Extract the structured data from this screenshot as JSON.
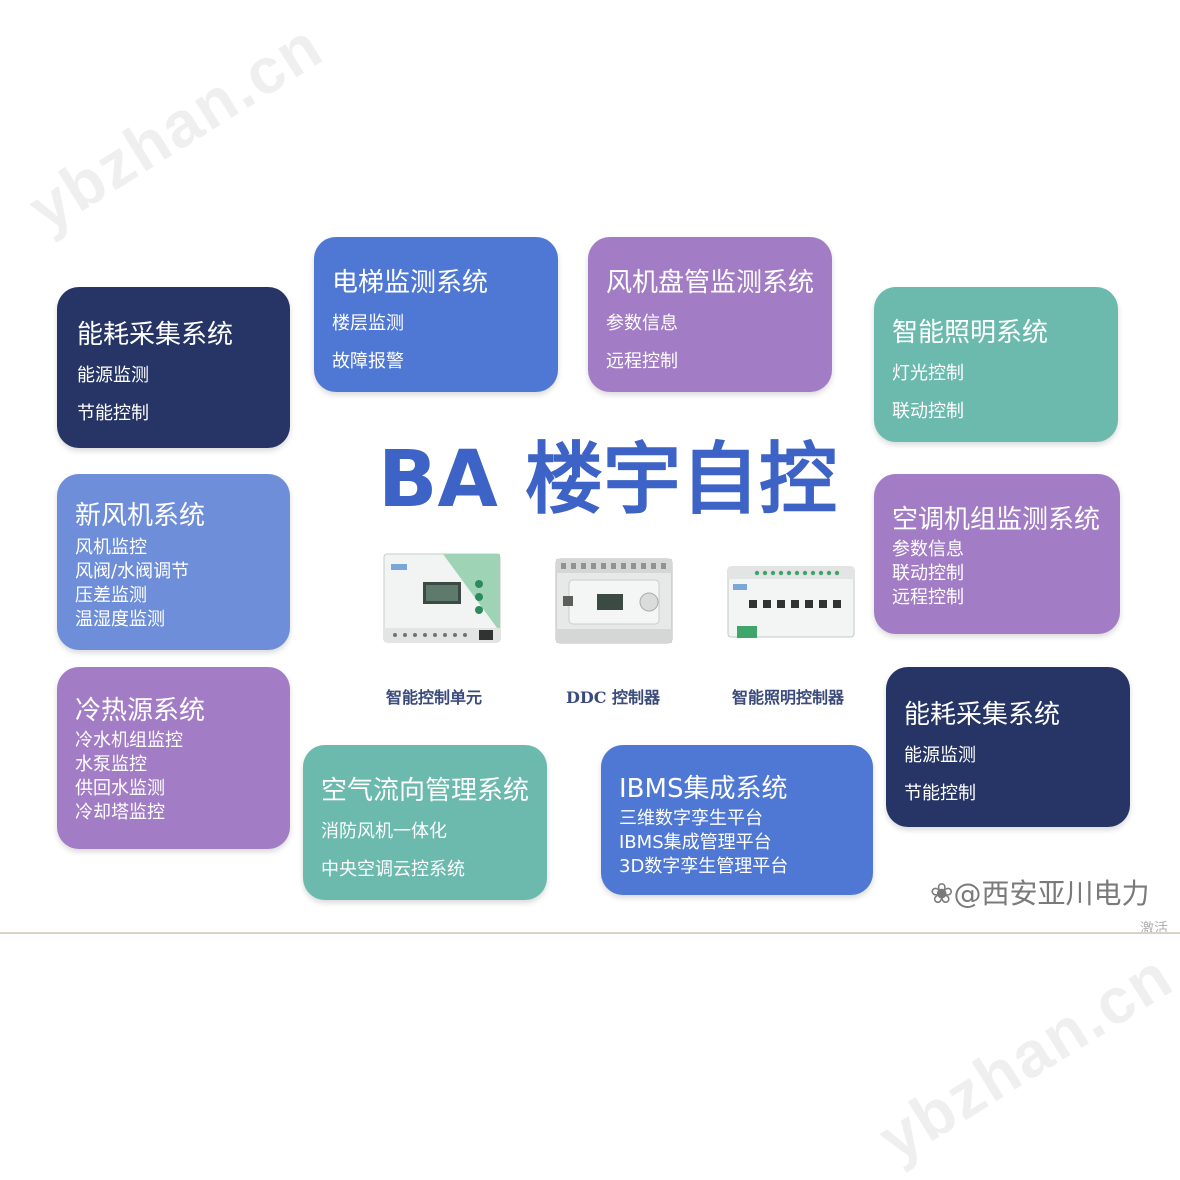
{
  "watermark": "ybzhan.cn",
  "center_title": "BA 楼宇自控",
  "cards": {
    "energy_left": {
      "title": "能耗采集系统",
      "items": [
        "能源监测",
        "节能控制"
      ]
    },
    "elevator": {
      "title": "电梯监测系统",
      "items": [
        "楼层监测",
        "故障报警"
      ]
    },
    "fancoil": {
      "title": "风机盘管监测系统",
      "items": [
        "参数信息",
        "远程控制"
      ]
    },
    "lighting": {
      "title": "智能照明系统",
      "items": [
        "灯光控制",
        "联动控制"
      ]
    },
    "freshair": {
      "title": "新风机系统",
      "items": [
        "风机监控",
        "风阀/水阀调节",
        "压差监测",
        "温湿度监测"
      ]
    },
    "ahu": {
      "title": "空调机组监测系统",
      "items": [
        "参数信息",
        "联动控制",
        "远程控制"
      ]
    },
    "coldheat": {
      "title": "冷热源系统",
      "items": [
        "冷水机组监控",
        "水泵监控",
        "供回水监测",
        "冷却塔监控"
      ]
    },
    "airflow": {
      "title": "空气流向管理系统",
      "items": [
        "消防风机一体化",
        "中央空调云控系统"
      ]
    },
    "ibms": {
      "title": "IBMS集成系统",
      "items": [
        "三维数字孪生平台",
        "IBMS集成管理平台",
        "3D数字孪生管理平台"
      ]
    },
    "energy_right": {
      "title": "能耗采集系统",
      "items": [
        "能源监测",
        "节能控制"
      ]
    }
  },
  "devices": [
    {
      "label": "智能控制单元",
      "icon": "controller-unit-icon"
    },
    {
      "label": "DDC 控制器",
      "icon": "ddc-controller-icon"
    },
    {
      "label": "智能照明控制器",
      "icon": "lighting-controller-icon"
    }
  ],
  "credit": "@西安亚川电力",
  "activate_text": "激活"
}
